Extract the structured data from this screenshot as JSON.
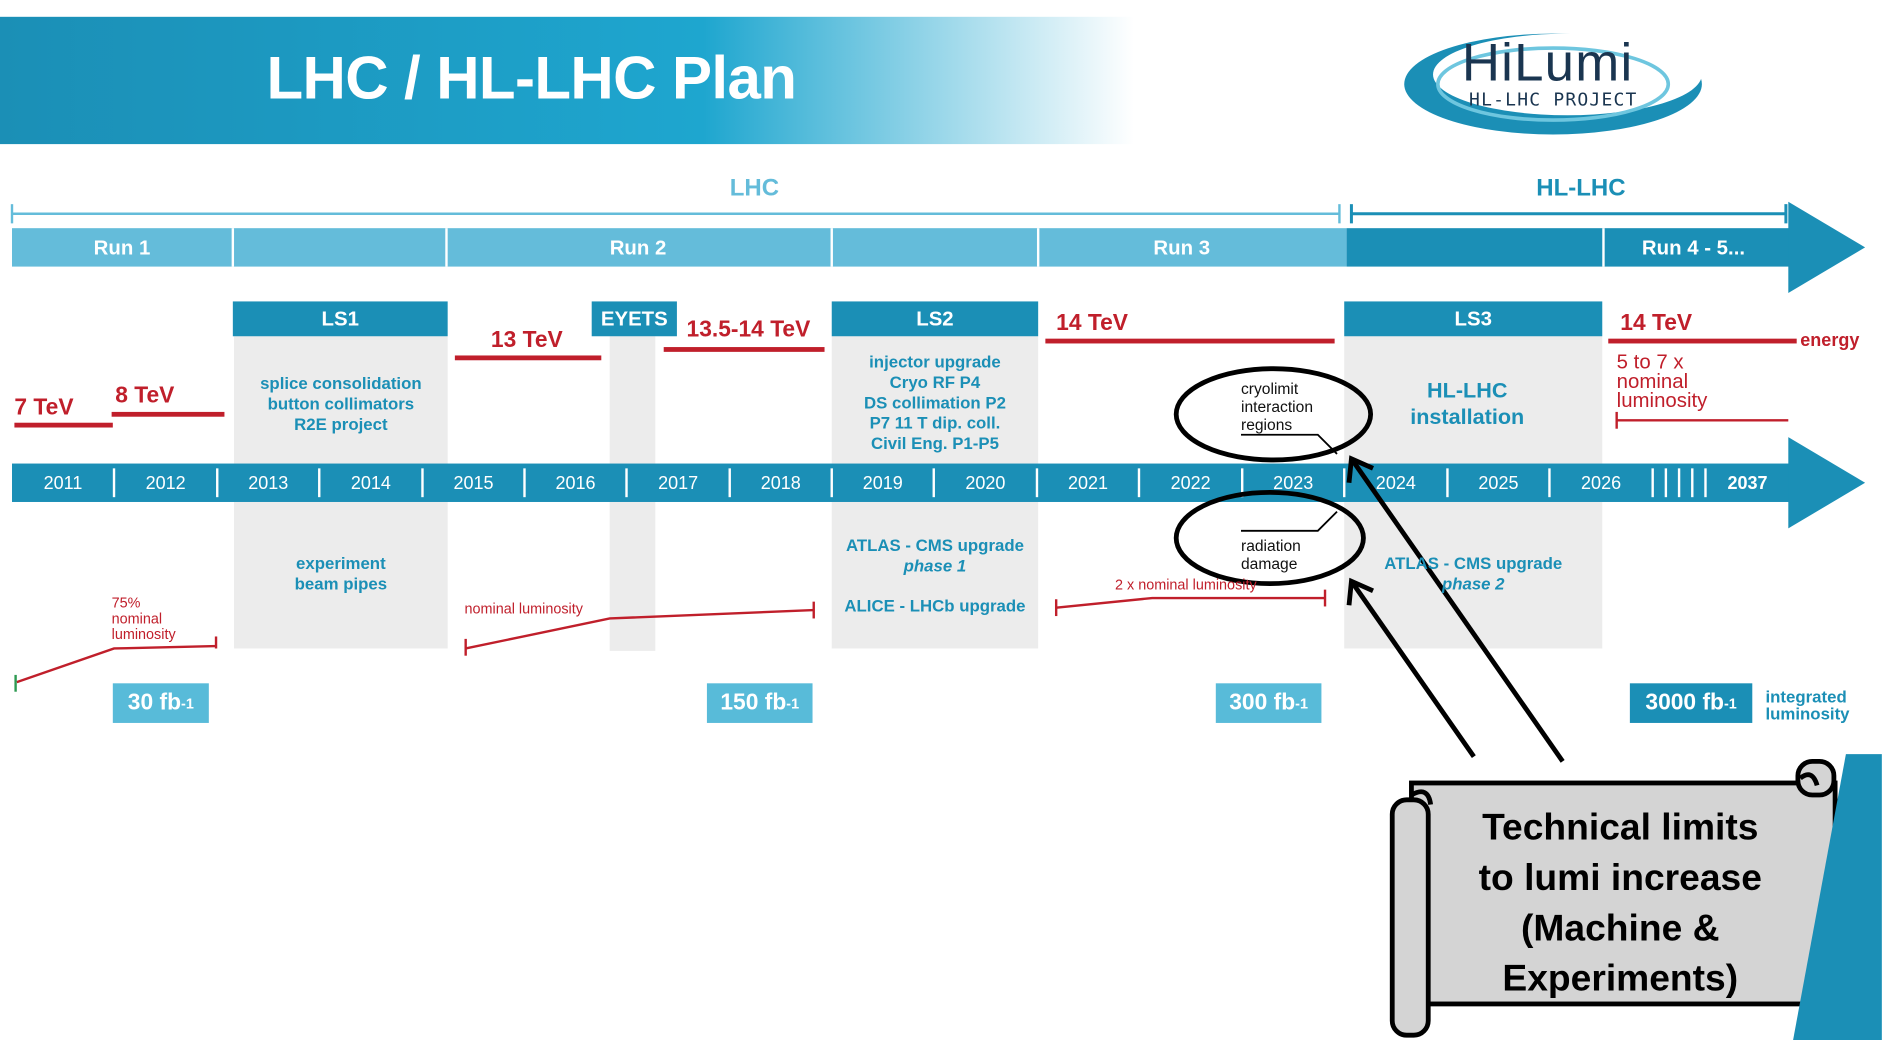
{
  "title": "LHC / HL-LHC Plan",
  "logo": {
    "main": "HiLumi",
    "sub": "HL-LHC PROJECT"
  },
  "eras": {
    "lhc": "LHC",
    "hllhc": "HL-LHC"
  },
  "runs": [
    "Run 1",
    "Run 2",
    "Run 3",
    "Run 4 - 5..."
  ],
  "shutdowns": {
    "ls1": "LS1",
    "eyets": "EYETS",
    "ls2": "LS2",
    "ls3": "LS3"
  },
  "energies": [
    "7 TeV",
    "8 TeV",
    "13 TeV",
    "13.5-14 TeV",
    "14 TeV",
    "14 TeV"
  ],
  "energy_label": "energy",
  "years": [
    "2011",
    "2012",
    "2013",
    "2014",
    "2015",
    "2016",
    "2017",
    "2018",
    "2019",
    "2020",
    "2021",
    "2022",
    "2023",
    "2024",
    "2025",
    "2026",
    "2037"
  ],
  "ls1_notes": [
    "splice consolidation",
    "button collimators",
    "R2E project"
  ],
  "ls1_lower": [
    "experiment",
    "beam pipes"
  ],
  "ls2_notes": [
    "injector upgrade",
    "Cryo RF P4",
    "DS collimation P2",
    "P7 11 T dip. coll.",
    "Civil Eng. P1-P5"
  ],
  "ls2_lower": {
    "atlas": "ATLAS - CMS upgrade",
    "phase1": "phase 1",
    "alice": "ALICE - LHCb upgrade"
  },
  "ls3_notes": [
    "HL-LHC",
    "installation"
  ],
  "ls3_lower": {
    "atlas": "ATLAS - CMS upgrade",
    "phase2": "phase 2"
  },
  "hl_note": [
    "5 to 7 x",
    "nominal",
    "luminosity"
  ],
  "lumi_notes": {
    "run1": [
      "75%",
      "nominal",
      "luminosity"
    ],
    "run2": "nominal luminosity",
    "run3": "2 x nominal luminosity"
  },
  "integrated": {
    "run1": "30 fb",
    "run2": "150 fb",
    "run3": "300 fb",
    "hl": "3000 fb",
    "sup": "-1",
    "label": [
      "integrated",
      "luminosity"
    ]
  },
  "callouts": {
    "cryo": [
      "cryolimit",
      "interaction",
      "regions"
    ],
    "radiation": [
      "radiation",
      "damage"
    ]
  },
  "scroll": [
    "Technical limits",
    "to lumi increase",
    "(Machine &",
    "Experiments)"
  ],
  "colors": {
    "blue": "#1b8fb6",
    "light_blue": "#64bcda",
    "red": "#c01f2b",
    "gray_box": "#ececec"
  }
}
